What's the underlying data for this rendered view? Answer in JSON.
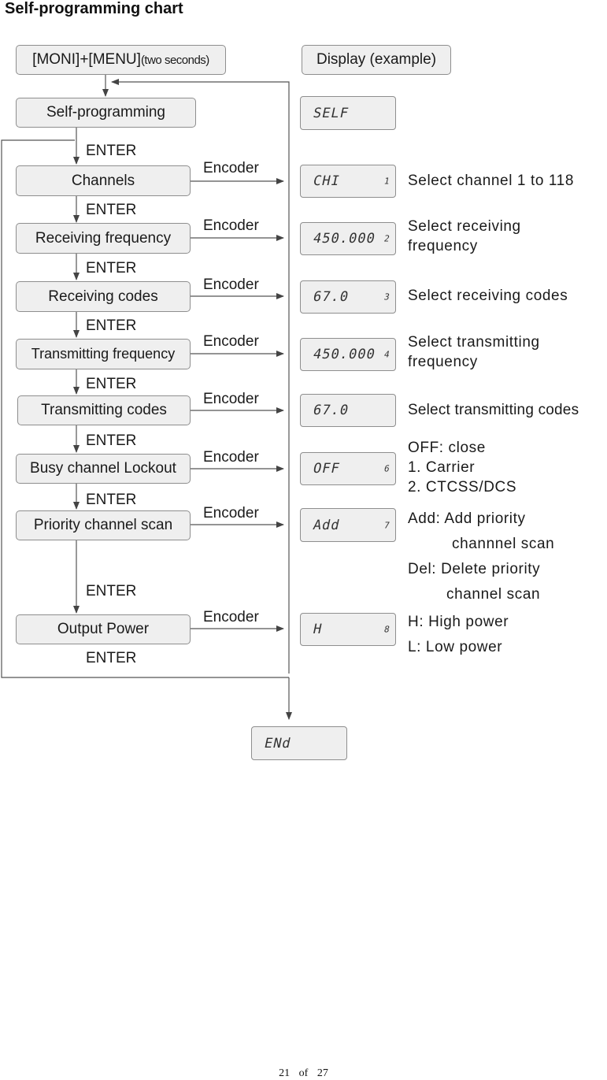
{
  "title": "Self-programming chart",
  "start": {
    "prefix": "[MONI]+[MENU]",
    "suffix": "(two seconds)"
  },
  "display_header": "Display  (example)",
  "self_step": "Self-programming",
  "self_display": "SELF",
  "enter_label": "ENTER",
  "encoder_label": "Encoder",
  "steps": [
    {
      "label": "Channels",
      "display": "CHI",
      "num": "1",
      "desc": [
        "Select channel 1 to 118"
      ]
    },
    {
      "label": "Receiving frequency",
      "display": "450.000",
      "num": "2",
      "desc": [
        "Select receiving",
        "frequency"
      ]
    },
    {
      "label": "Receiving codes",
      "display": "67.0",
      "num": "3",
      "desc": [
        "Select receiving codes"
      ]
    },
    {
      "label": "Transmitting frequency",
      "display": "450.000",
      "num": "4",
      "desc": [
        "Select transmitting",
        "frequency"
      ]
    },
    {
      "label": "Transmitting codes",
      "display": "67.0",
      "num": "",
      "desc": [
        "Select transmitting codes"
      ]
    },
    {
      "label": "Busy channel Lockout",
      "display": "OFF",
      "num": "6",
      "desc": [
        "OFF: close",
        "1. Carrier",
        "2. CTCSS/DCS"
      ]
    },
    {
      "label": "Priority channel scan",
      "display": "Add",
      "num": "7",
      "desc": [
        "Add: Add priority",
        "channnel scan",
        "Del: Delete priority",
        "channel scan"
      ]
    },
    {
      "label": "Output Power",
      "display": "H",
      "num": "8",
      "desc": [
        "H: High power",
        "L: Low power"
      ]
    }
  ],
  "end_display": "ENd",
  "footer": {
    "page": "21",
    "of": "of",
    "total": "27"
  }
}
